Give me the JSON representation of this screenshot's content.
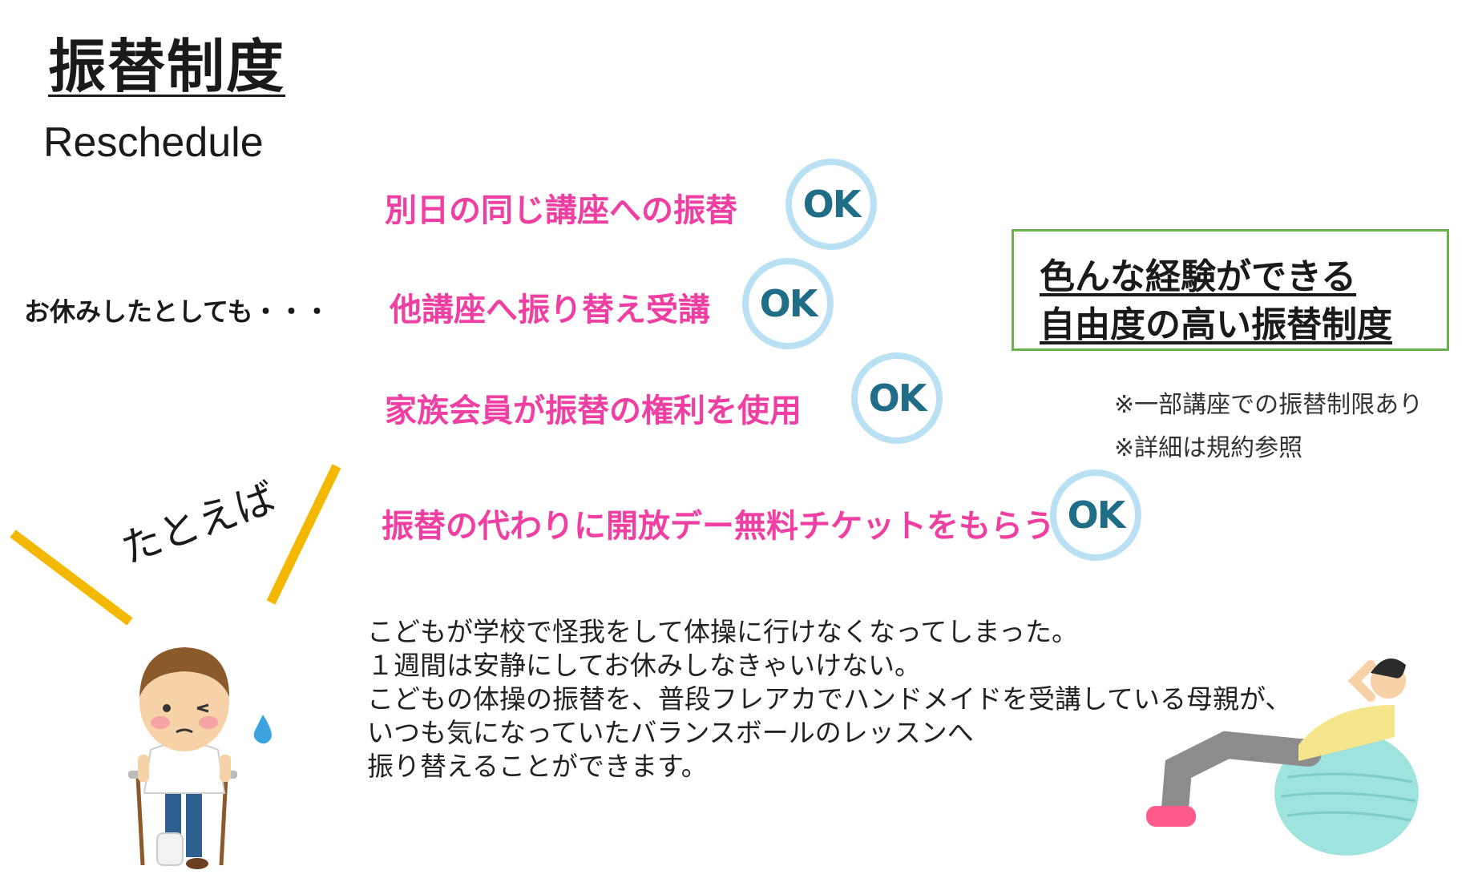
{
  "title": "振替制度",
  "subtitle": "Reschedule",
  "lead": "お休みしたとしても・・・",
  "options": [
    {
      "text": "別日の同じ講座への振替",
      "badge": "OK"
    },
    {
      "text": "他講座へ振り替え受講",
      "badge": "OK"
    },
    {
      "text": "家族会員が振替の権利を使用",
      "badge": "OK"
    },
    {
      "text": "振替の代わりに開放デー無料チケットをもらう",
      "badge": "OK"
    }
  ],
  "highlight": {
    "line1": "色んな経験ができる",
    "line2": "自由度の高い振替制度"
  },
  "notes": [
    "※一部講座での振替制限あり",
    "※詳細は規約参照"
  ],
  "example_label": "たとえば",
  "story": [
    "こどもが学校で怪我をして体操に行けなくなってしまった。",
    "１週間は安静にしてお休みしなきゃいけない。",
    "こどもの体操の振替を、普段フレアカでハンドメイドを受講している母親が、",
    "いつも気になっていたバランスボールのレッスンへ",
    "振り替えることができます。"
  ],
  "colors": {
    "accent": "#ef3fa2",
    "ok_ring": "#b9e1f3",
    "ok_text": "#1f6d86",
    "box_border": "#6ab04c",
    "burst": "#f5b800"
  },
  "illustrations": [
    "injured-boy-with-crutches",
    "woman-on-balance-ball"
  ]
}
